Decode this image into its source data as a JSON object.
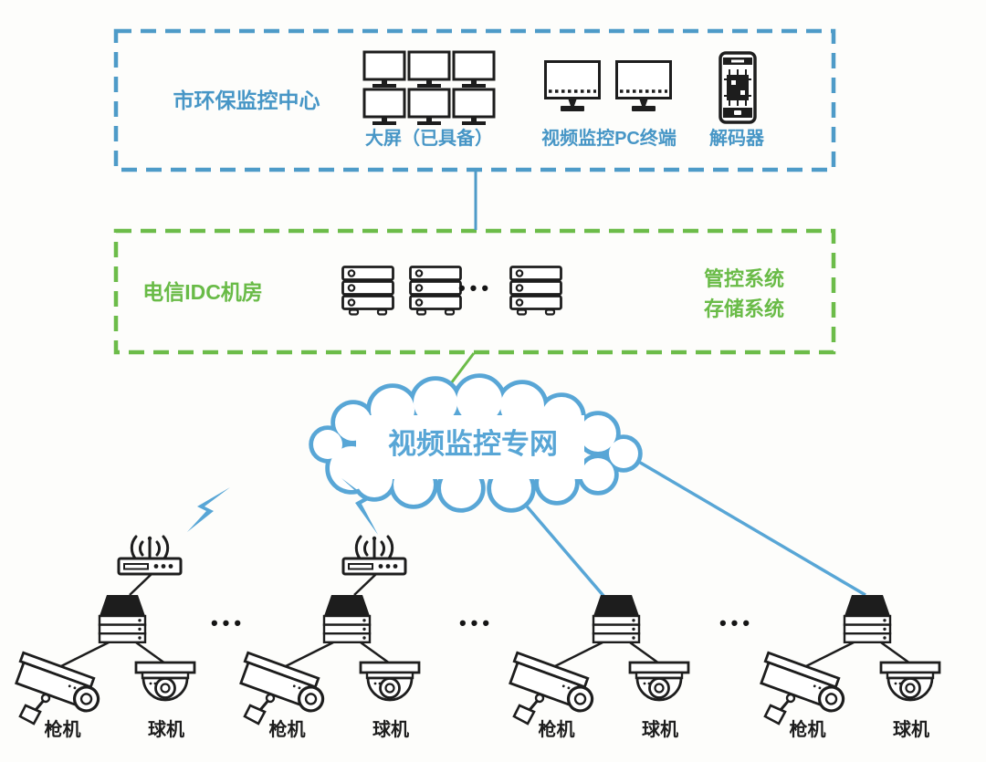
{
  "colors": {
    "blue_accent": "#4e9bc8",
    "blue_line": "#58a6d6",
    "blue_text": "#4796c6",
    "green_accent": "#6cbc49",
    "ink": "#1d1d1d",
    "background": "#fdfdfb"
  },
  "monitoring_center": {
    "box_label": "市环保监控中心",
    "video_wall_label": "大屏（已具备）",
    "pc_label": "视频监控PC终端",
    "decoder_label": "解码器"
  },
  "idc": {
    "box_label": "电信IDC机房",
    "server_ellipsis": "•••",
    "system_labels": [
      "管控系统",
      "存储系统"
    ]
  },
  "cloud": {
    "label": "视频监控专网"
  },
  "sites": {
    "separator": "•••",
    "groups": [
      {
        "wireless": true,
        "gun": "枪机",
        "dome": "球机"
      },
      {
        "wireless": true,
        "gun": "枪机",
        "dome": "球机"
      },
      {
        "wireless": false,
        "gun": "枪机",
        "dome": "球机"
      },
      {
        "wireless": false,
        "gun": "枪机",
        "dome": "球机"
      }
    ]
  }
}
